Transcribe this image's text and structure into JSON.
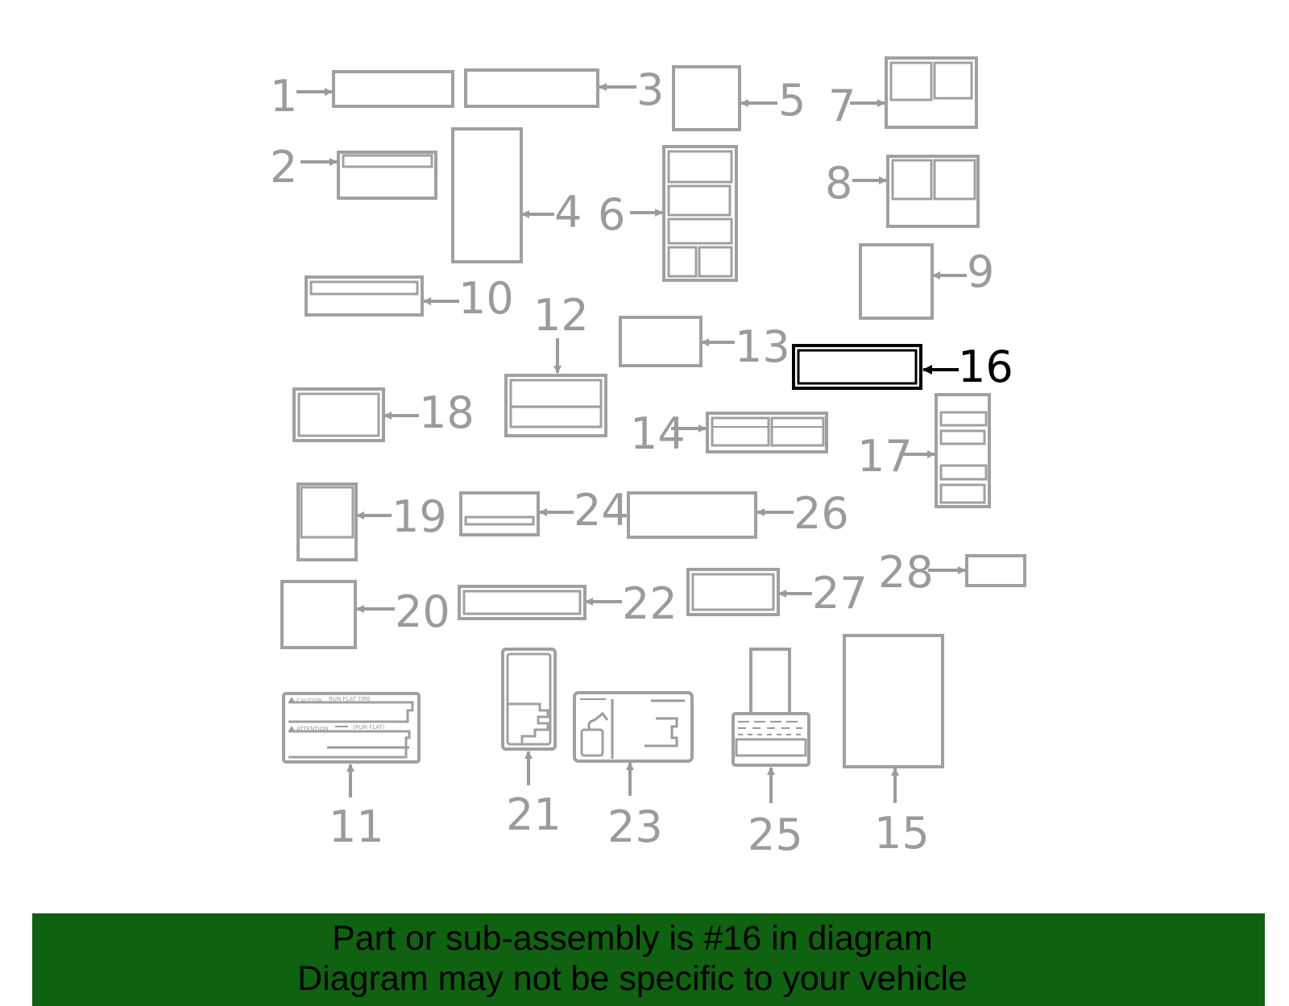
{
  "diagram": {
    "callouts": [
      "1",
      "2",
      "3",
      "4",
      "5",
      "6",
      "7",
      "8",
      "9",
      "10",
      "11",
      "12",
      "13",
      "14",
      "15",
      "16",
      "17",
      "18",
      "19",
      "20",
      "21",
      "22",
      "23",
      "24",
      "25",
      "26",
      "27",
      "28"
    ],
    "highlighted": "16",
    "label11_caution": "CAUTION",
    "label11_run_flat_tire": "RUN FLAT TIRE",
    "label11_attention": "ATTENTION",
    "label11_run_flat": "(RUN FLAT)",
    "colors": {
      "line": "#9b9b9b",
      "highlight": "#000000",
      "banner": "#0f620f"
    }
  },
  "banner": {
    "line1": "Part or sub-assembly is #16 in diagram",
    "line2": "Diagram may not be specific to your vehicle"
  }
}
